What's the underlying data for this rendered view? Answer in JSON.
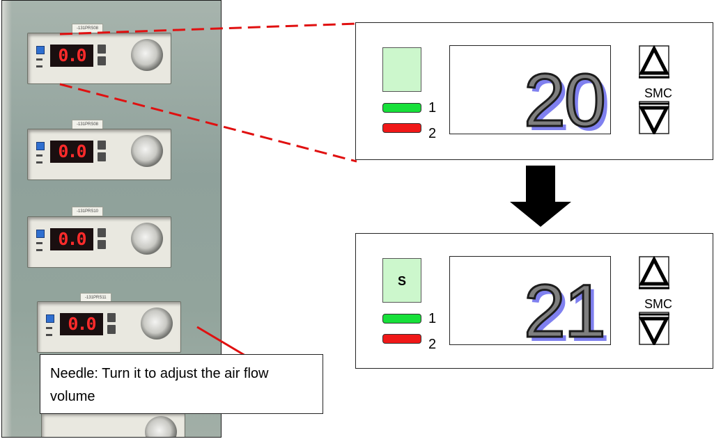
{
  "photo": {
    "units": [
      {
        "tag": "-131PRS08",
        "reading": "0.0"
      },
      {
        "tag": "-131PRS08",
        "reading": "0.0"
      },
      {
        "tag": "-131PRS10",
        "reading": "0.0"
      },
      {
        "tag": "-131PRS11",
        "reading": "0.0"
      }
    ]
  },
  "panel_top": {
    "mode_label": "",
    "indicator_1": "1",
    "indicator_2": "2",
    "value": "20",
    "brand": "SMC",
    "up_icon": "up-triangle-icon",
    "down_icon": "down-triangle-icon"
  },
  "panel_bottom": {
    "mode_label": "S",
    "indicator_1": "1",
    "indicator_2": "2",
    "value": "21",
    "brand": "SMC",
    "up_icon": "up-triangle-icon",
    "down_icon": "down-triangle-icon"
  },
  "callout": {
    "text": "Needle: Turn it to adjust the air flow volume"
  },
  "colors": {
    "guide_line": "#e01010",
    "indicator_green": "#17e03a",
    "indicator_red": "#f01818",
    "mode_square": "#ccf7cc",
    "digit_shadow": "#7f80ef",
    "photo_display": "#ff2b2b"
  }
}
